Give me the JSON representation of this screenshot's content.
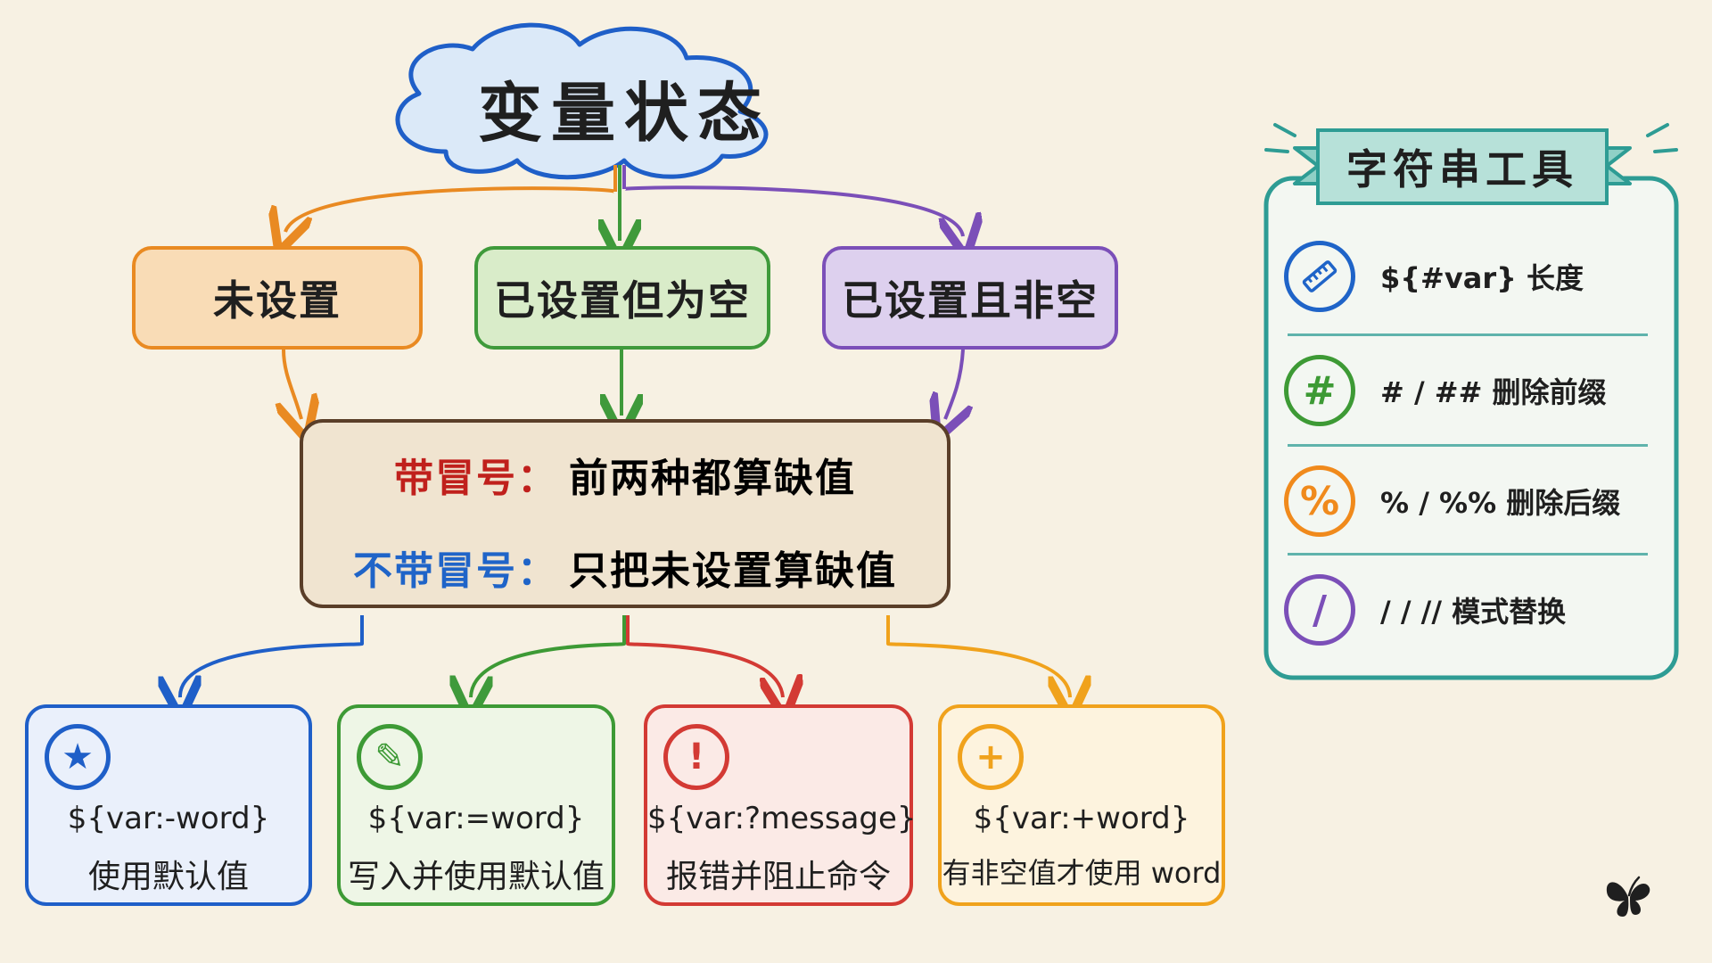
{
  "title": "变量状态",
  "states": [
    {
      "label": "未设置",
      "color": "#e98a22",
      "fill": "#f9dcb6"
    },
    {
      "label": "已设置但为空",
      "color": "#3f9a3b",
      "fill": "#d9ecc9"
    },
    {
      "label": "已设置且非空",
      "color": "#7b4fb8",
      "fill": "#ddd0ee"
    }
  ],
  "rules": {
    "colon": {
      "prefix": "带冒号：",
      "prefix_color": "#c0201c",
      "text": "前两种都算缺值"
    },
    "no_colon": {
      "prefix": "不带冒号：",
      "prefix_color": "#1f64c8",
      "text": "只把未设置算缺值"
    }
  },
  "operators": [
    {
      "icon": "star-icon",
      "symbol": "★",
      "color": "#1f5fc8",
      "fill": "#eaf0fb",
      "syntax": "${var:-word}",
      "desc": "使用默认值"
    },
    {
      "icon": "pencil-icon",
      "symbol": "✎",
      "color": "#3d9a35",
      "fill": "#eef6e6",
      "syntax": "${var:=word}",
      "desc": "写入并使用默认值"
    },
    {
      "icon": "exclamation-icon",
      "symbol": "!",
      "color": "#d33a34",
      "fill": "#fbeae6",
      "syntax": "${var:?message}",
      "desc": "报错并阻止命令"
    },
    {
      "icon": "plus-icon",
      "symbol": "+",
      "color": "#f0a21c",
      "fill": "#fdf3de",
      "syntax": "${var:+word}",
      "desc": "有非空值才使用 word"
    }
  ],
  "tools": {
    "title": "字符串工具",
    "accent": "#2e9c94",
    "items": [
      {
        "icon": "ruler-icon",
        "symbol": "▭",
        "color": "#1f64c8",
        "text": "${#var}  长度"
      },
      {
        "icon": "hash-icon",
        "symbol": "#",
        "color": "#3d9a35",
        "text": "# / ##  删除前缀"
      },
      {
        "icon": "percent-icon",
        "symbol": "%",
        "color": "#f08a1c",
        "text": "% / %%  删除后缀"
      },
      {
        "icon": "slash-icon",
        "symbol": "/",
        "color": "#7b4fb8",
        "text": "/ / //  模式替换"
      }
    ]
  }
}
